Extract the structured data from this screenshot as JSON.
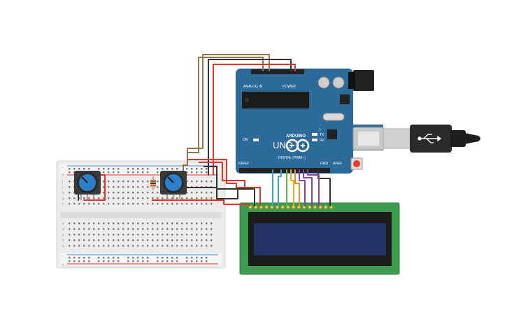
{
  "arduino": {
    "model": "UNO",
    "brand": "ARDUINO",
    "header_power": "POWER",
    "header_analog": "ANALOG IN",
    "header_digital": "DIGITAL (PWM~)",
    "label_on": "ON",
    "label_tx": "TX",
    "label_rx": "RX",
    "label_l": "L",
    "label_aref": "AREF",
    "label_gnd": "GND",
    "label_ioref": "IOREF"
  },
  "breadboard": {
    "rail_plus": "+",
    "rail_minus": "-",
    "row_letters_top": [
      "j",
      "i",
      "h",
      "g",
      "f"
    ],
    "row_letters_bottom": [
      "e",
      "d",
      "c",
      "b",
      "a"
    ]
  },
  "colors": {
    "pcb": "#2b6a99",
    "pcb_dark": "#1f5783",
    "lcd_board": "#3c9b4f",
    "lcd_screen": "#223366",
    "breadboard": "#ececec",
    "wire_red": "#e0342a",
    "wire_black": "#333333",
    "wire_brown": "#9a7248",
    "wire_blue": "#3aa0d8",
    "wire_green": "#5fb548",
    "wire_yellow": "#e3b21a",
    "wire_orange": "#f08c1c",
    "wire_purple": "#8b3fb5",
    "knob": "#2e7fc9"
  },
  "icons": {
    "potentiometer_left": "potentiometer-knob-icon",
    "potentiometer_right": "potentiometer-knob-icon",
    "usb_connector": "usb-icon"
  }
}
